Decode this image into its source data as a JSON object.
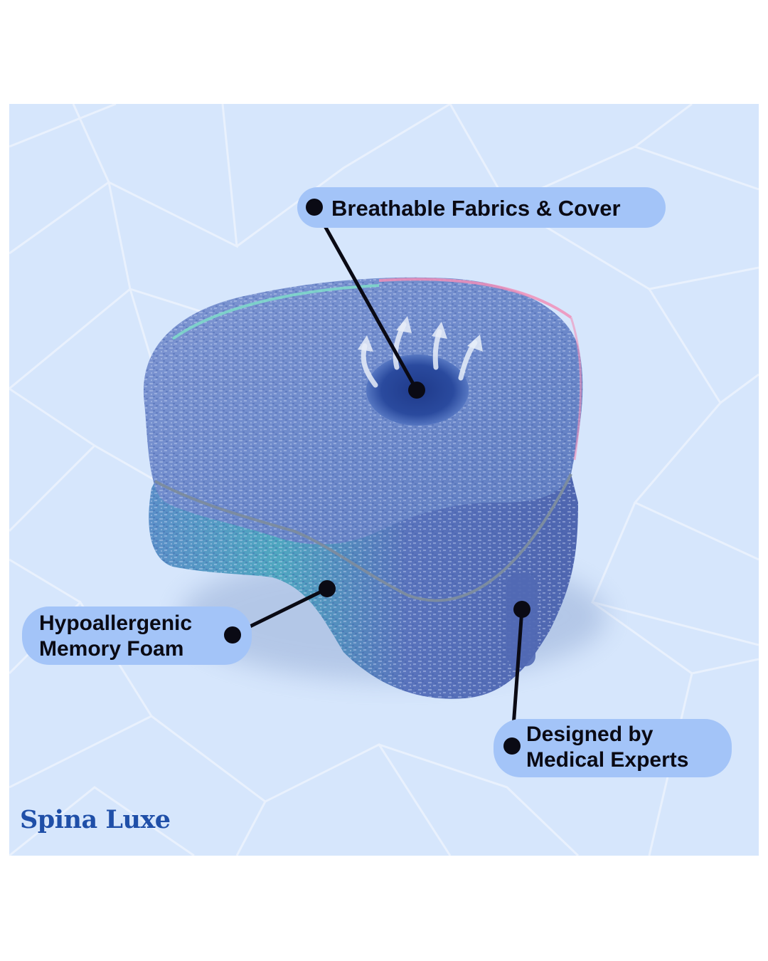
{
  "callouts": {
    "top": "Breathable Fabrics & Cover",
    "left_line1": "Hypoallergenic",
    "left_line2": "Memory Foam",
    "right_line1": "Designed by",
    "right_line2": "Medical Experts"
  },
  "brand": "Spina Luxe",
  "colors": {
    "panel_background": "#d6e6fc",
    "callout_pill": "#a3c4f8",
    "brand_text": "#1f4fa8",
    "pillow_fabric": "#6b86c6"
  }
}
